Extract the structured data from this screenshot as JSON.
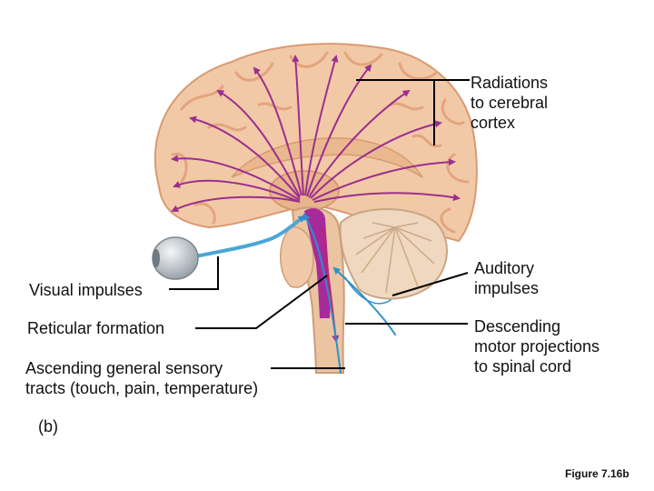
{
  "labels": {
    "radiations": "Radiations\nto cerebral\ncortex",
    "visual": "Visual impulses",
    "reticular": "Reticular formation",
    "ascending": "Ascending general sensory\ntracts (touch, pain, temperature)",
    "auditory": "Auditory\nimpulses",
    "descending": "Descending\nmotor projections\nto spinal cord",
    "panel": "(b)",
    "figure": "Figure 7.16b"
  },
  "colors": {
    "brain": "#f2c9a6",
    "brain_shadow": "#d99a73",
    "gyri": "#e3a47f",
    "cerebellum": "#efd8bf",
    "radiations": "#9b2f8f",
    "reticular": "#a0199a",
    "sensory": "#4aa6d6",
    "eye": "#cfd5db",
    "leader": "#000000"
  }
}
